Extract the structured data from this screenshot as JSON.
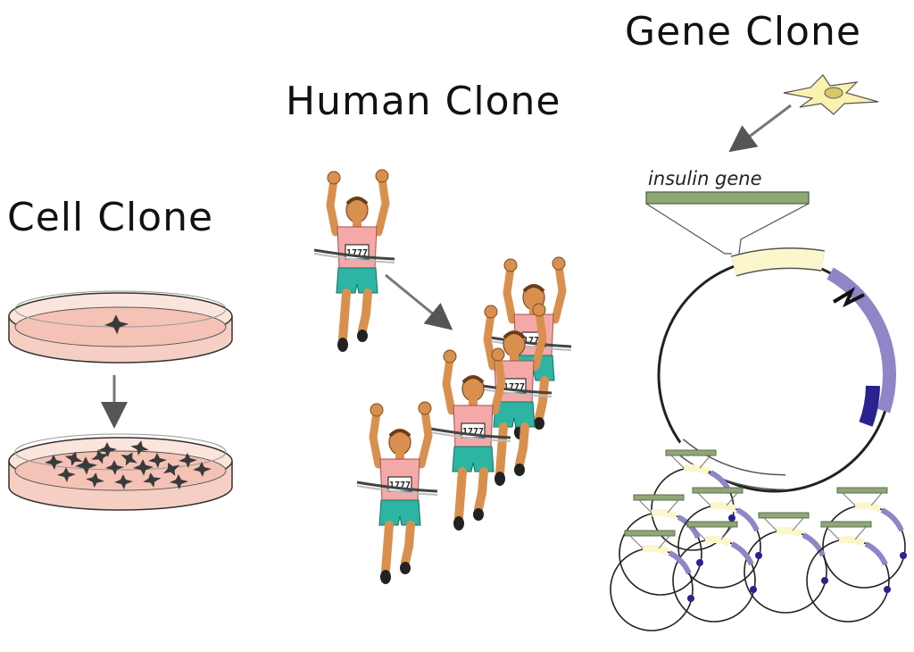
{
  "titles": {
    "gene": "Gene Clone",
    "human": "Human Clone",
    "cell": "Cell Clone"
  },
  "gene_label": "insulin gene",
  "bib_text": "1777",
  "colors": {
    "dish_fill": "#f6cfc4",
    "dish_rim": "#fbe4dc",
    "plasmid_insert": "#fbf6cc",
    "plasmid_marker": "#8e86c6",
    "plasmid_marker_dark": "#2a2290",
    "gene_bar": "#8fa776",
    "skin": "#d9904f",
    "singlet": "#f5a8a8",
    "shorts": "#2bb5a2"
  },
  "icons": [
    "petri-dish-icon",
    "cell-colony-icon",
    "runner-icon",
    "plasmid-icon",
    "cell-icon",
    "arrow-icon"
  ]
}
